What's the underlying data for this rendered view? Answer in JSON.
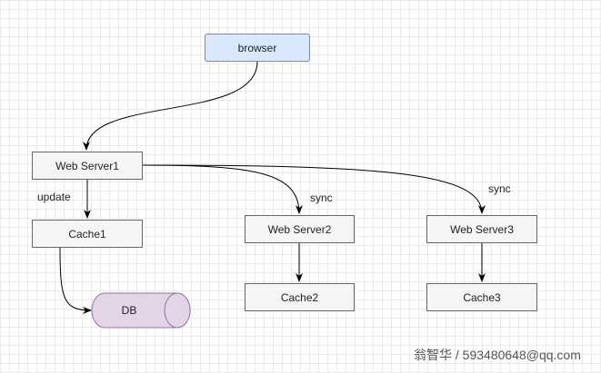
{
  "nodes": {
    "browser": "browser",
    "web_server1": "Web Server1",
    "cache1": "Cache1",
    "db": "DB",
    "web_server2": "Web Server2",
    "cache2": "Cache2",
    "web_server3": "Web Server3",
    "cache3": "Cache3"
  },
  "edge_labels": {
    "update": "update",
    "sync_ws2": "sync",
    "sync_ws3": "sync"
  },
  "watermark": "翁智华 / 593480648@qq.com",
  "colors": {
    "browser_fill": "#dae8fc",
    "browser_stroke": "#6c8ebf",
    "box_fill": "#f5f5f5",
    "db_fill": "#e1d5e7",
    "db_stroke": "#9673a6",
    "edge": "#000000"
  }
}
